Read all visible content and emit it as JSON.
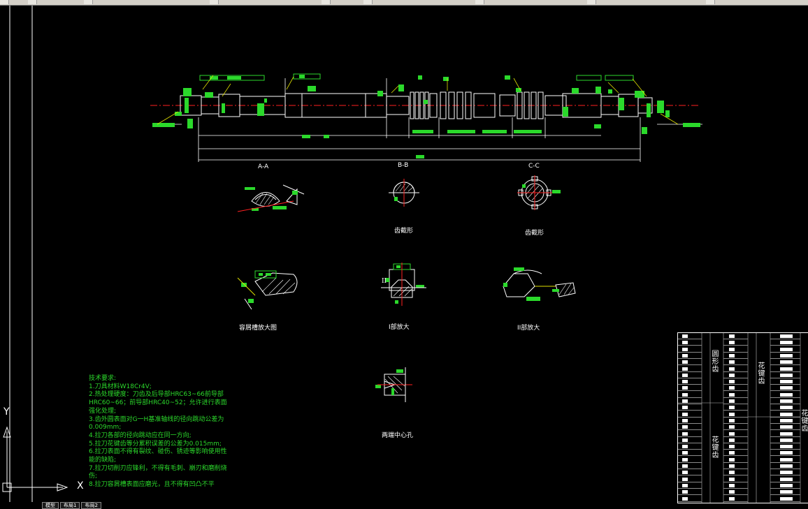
{
  "drawing": {
    "sections": {
      "a": "A-A",
      "b": "B-B",
      "c": "C-C"
    },
    "view_labels": {
      "tooth_profile_1": "齿截形",
      "tooth_profile_2": "齿截形",
      "chip_groove": "容屑槽放大图",
      "detail_1": "I部放大",
      "detail_2": "II部放大",
      "center_hole": "两端中心孔"
    },
    "detail_marks": {
      "roman_2": "II"
    }
  },
  "notes": {
    "title": "技术要求:",
    "items": [
      "1.刀具材料W18Cr4V;",
      "2.热处理硬度：刀齿及后导部HRC63~66前导部HRC60~66；前导部HRC40~52；允许进行表面强化处理;",
      "3.齿外圆表面对G一H基准轴线的径向跳动公差为0.009mm;",
      "4.拉刀各部的径向跳动应在同一方向;",
      "5.拉刀花键齿等分累积误差的公差为0.015mm;",
      "6.拉刀表面不得有裂纹、碰伤、锈迹等影响使用性能的缺陷;",
      "7.拉刀切削刃应锋利，不得有毛刺、崩刃和磨削烧伤;",
      "8.拉刀容屑槽表面应磨光，且不得有凹凸不平"
    ]
  },
  "table": {
    "groups": {
      "round_teeth": "圆形齿",
      "spline_teeth": "花键齿",
      "spline_teeth_2": "花键齿",
      "spline_teeth_3": "花键齿"
    }
  },
  "ucs": {
    "x_label": "X",
    "y_label": "Y"
  },
  "tabs": [
    "模型",
    "布局1",
    "布局2"
  ],
  "colors": {
    "background": "#000000",
    "geometry_white": "#ffffff",
    "dimension_green": "#2bd92b",
    "center_red": "#ff2020",
    "leader_yellow": "#e0e000",
    "hatch_white": "#ffffff"
  }
}
